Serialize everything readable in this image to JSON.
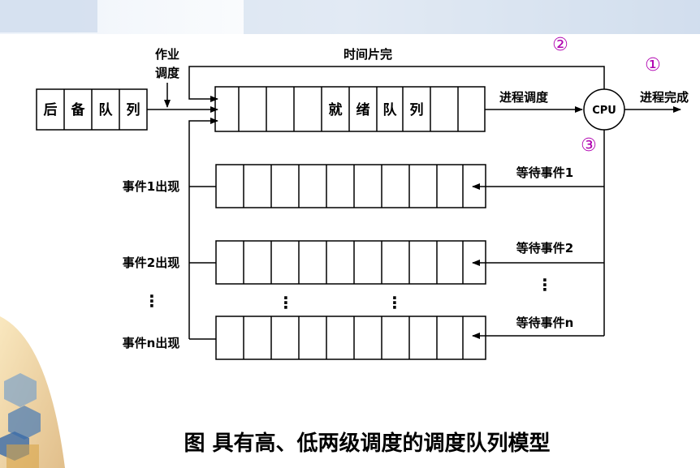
{
  "labels": {
    "backup_queue": [
      "后",
      "备",
      "队",
      "列"
    ],
    "ready_queue": [
      "就",
      "绪",
      "队",
      "列"
    ],
    "job_scheduling_line1": "作业",
    "job_scheduling_line2": "调度",
    "time_slice": "时间片完",
    "process_scheduling": "进程调度",
    "cpu": "CPU",
    "process_complete": "进程完成",
    "event1": "事件1出现",
    "event2": "事件2出现",
    "eventn": "事件n出现",
    "wait1": "等待事件1",
    "wait2": "等待事件2",
    "waitn": "等待事件n",
    "dots": "⋮",
    "marker1": "①",
    "marker2": "②",
    "marker3": "③",
    "caption": "图  具有高、低两级调度的调度队列模型"
  },
  "colors": {
    "marker": "#b000b0",
    "line": "#000000",
    "decor_blue": "#3a6aa8",
    "decor_gold": "#d9a54a"
  }
}
